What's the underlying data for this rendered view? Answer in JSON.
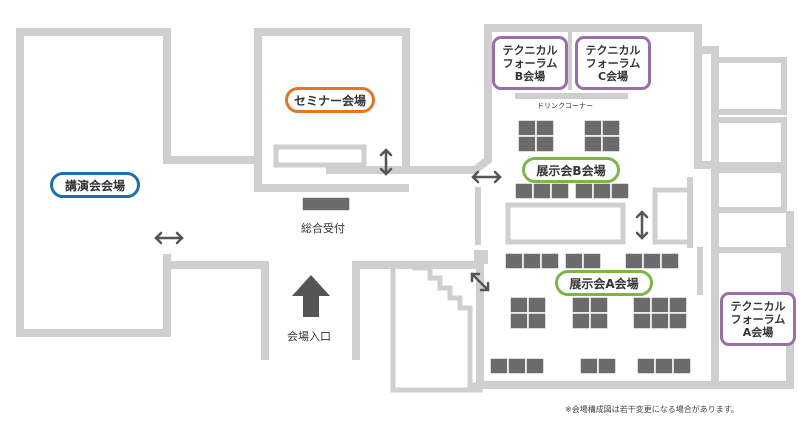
{
  "colors": {
    "wall": "#cfcfcf",
    "booth": "#6b6b6b",
    "lecture_border": "#1a6fb5",
    "seminar_border": "#e87422",
    "exhibit_border": "#7ab648",
    "forum_border": "#9a6fa8",
    "arrow": "#555555"
  },
  "areas": {
    "lecture_hall": "講演会会場",
    "seminar_hall": "セミナー会場",
    "exhibit_b": "展示会B会場",
    "exhibit_a": "展示会A会場",
    "forum_b": {
      "line1": "テクニカル",
      "line2": "フォーラム",
      "line3": "B会場"
    },
    "forum_c": {
      "line1": "テクニカル",
      "line2": "フォーラム",
      "line3": "C会場"
    },
    "forum_a": {
      "line1": "テクニカル",
      "line2": "フォーラム",
      "line3": "A会場"
    }
  },
  "labels": {
    "drink_corner": "ドリンクコーナー",
    "reception": "総合受付",
    "entrance": "会場入口",
    "note": "※会場構成図は若干変更になる場合があります。"
  },
  "icons": [
    "double-arrow-horizontal-icon",
    "double-arrow-vertical-icon",
    "double-arrow-diagonal-icon",
    "entrance-up-arrow-icon"
  ]
}
